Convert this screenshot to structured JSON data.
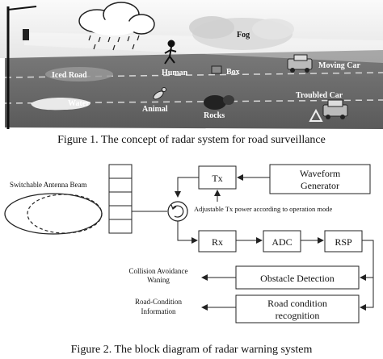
{
  "figure1": {
    "labels": {
      "fog": "Fog",
      "iced_road": "Iced Road",
      "human": "Human",
      "box": "Box",
      "moving_car": "Moving Car",
      "water": "Water",
      "animal": "Animal",
      "rocks": "Rocks",
      "troubled_car": "Troubled Car"
    },
    "caption": "Figure 1. The concept of radar system for road surveillance"
  },
  "figure2": {
    "antenna_label": "Switchable Antenna Beam",
    "blocks": {
      "tx": "Tx",
      "waveform_line1": "Waveform",
      "waveform_line2": "Generator",
      "rx": "Rx",
      "adc": "ADC",
      "rsp": "RSP",
      "obstacle": "Obstacle Detection",
      "road_line1": "Road condition",
      "road_line2": "recognition"
    },
    "notes": {
      "adjustable": "Adjustable Tx power according to operation mode",
      "collision_line1": "Collision Avoidance",
      "collision_line2": "Waning",
      "road_info_line1": "Road-Condition",
      "road_info_line2": "Information"
    },
    "caption": "Figure 2. The block diagram of radar warning system"
  },
  "colors": {
    "road": "#6e6e6e",
    "road_dark": "#4a4a4a",
    "sky": "#f4f4f4",
    "line": "#222222"
  }
}
